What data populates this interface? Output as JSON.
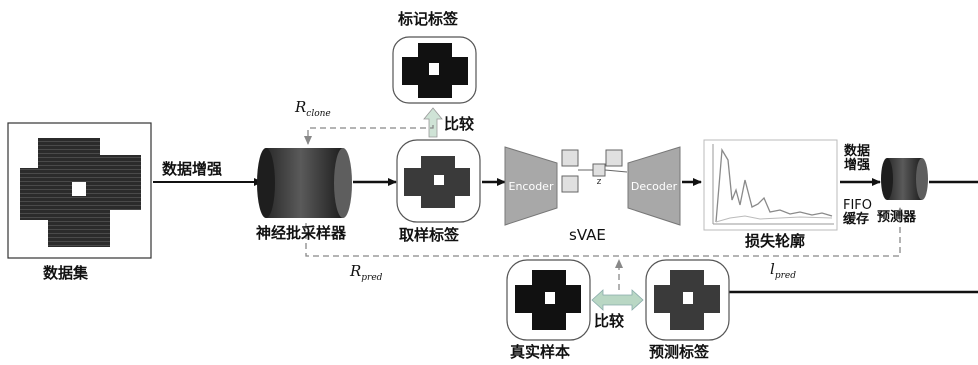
{
  "labels": {
    "dataset": "数据集",
    "data_augmentation": "数据增强",
    "neural_batch_sampler": "神经批采样器",
    "marked_label": "标记标签",
    "compare_top": "比较",
    "sampled_label": "取样标签",
    "encoder": "Encoder",
    "decoder": "Decoder",
    "z": "z",
    "svae": "sVAE",
    "loss_profile": "损失轮廓",
    "right_aug_line1": "数据",
    "right_aug_line2": "增强",
    "fifo": "FIFO",
    "cache": "缓存",
    "predictor": "预测器",
    "true_sample": "真实样本",
    "compare_bottom": "比较",
    "predicted_label": "预测标签"
  },
  "symbols": {
    "r_clone_main": "R",
    "r_clone_sub": "clone",
    "r_pred_main": "R",
    "r_pred_sub": "pred",
    "l_pred_main": "l",
    "l_pred_sub": "pred"
  },
  "colors": {
    "line": "#111111",
    "dashed": "#888888",
    "cylinder_body": "#3a3a3a",
    "cylinder_top": "#6a6a6a",
    "double_arrow": "#b9d7c4",
    "up_arrow": "#cfe3d6",
    "network_gray": "#a8a8a8"
  }
}
